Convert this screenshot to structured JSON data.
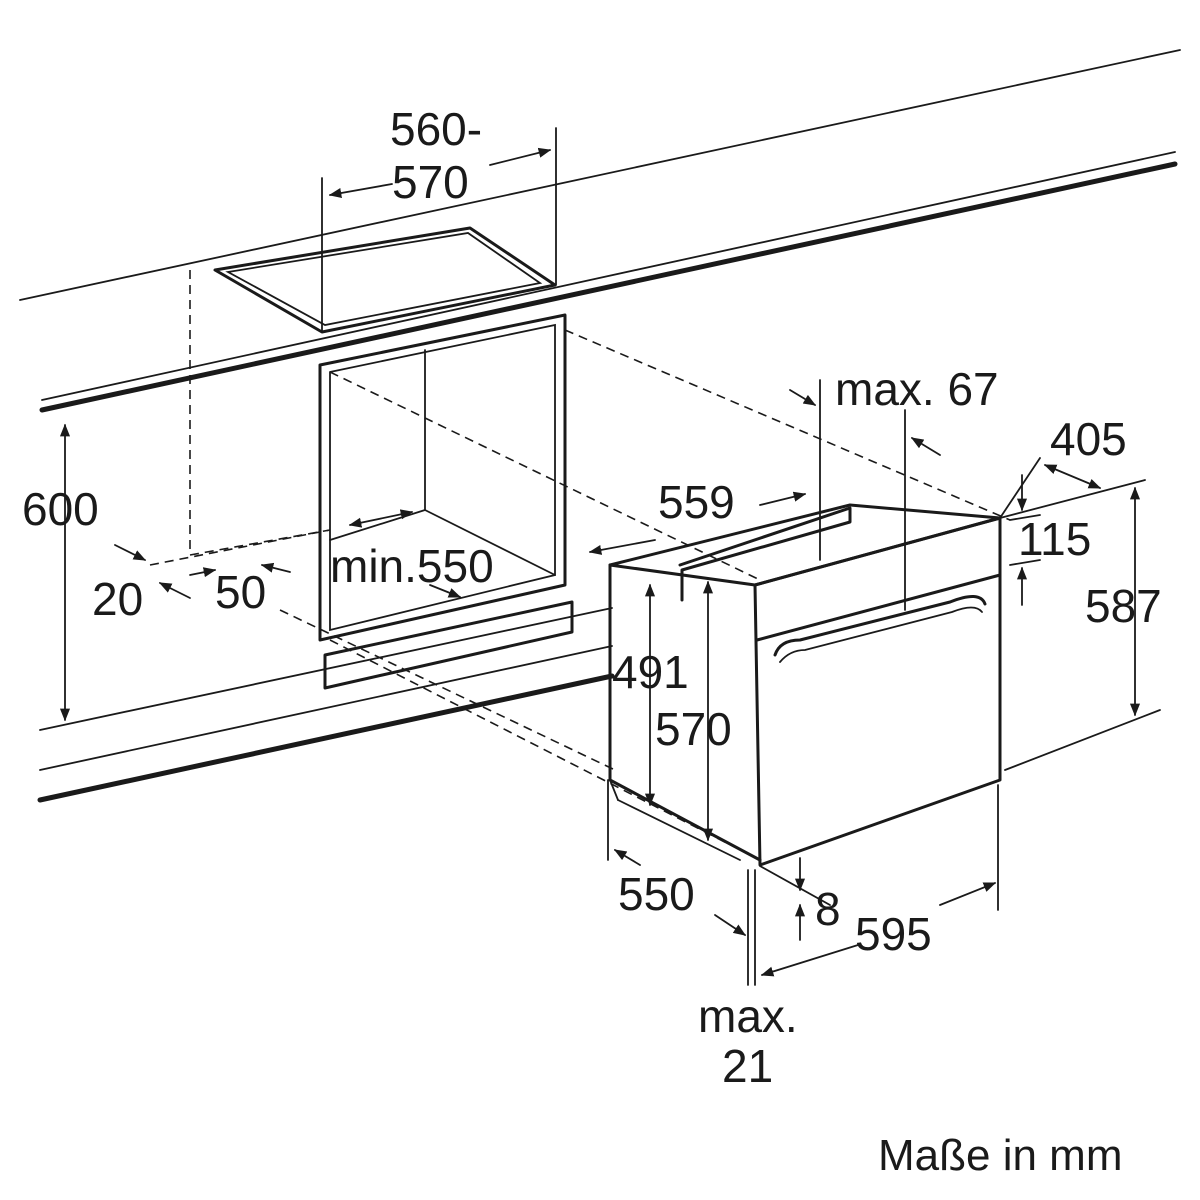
{
  "labels": {
    "cutout_width": "560-\n570",
    "cutout_width_line1": "560-",
    "cutout_width_line2": "570",
    "niche_height": "600",
    "gap_20": "20",
    "gap_50": "50",
    "min_depth": "min.550",
    "max_67": "max. 67",
    "d405": "405",
    "d559": "559",
    "d115": "115",
    "d587": "587",
    "d491": "491",
    "d570": "570",
    "d550": "550",
    "d8": "8",
    "d595": "595",
    "max21_line1": "max.",
    "max21_line2": "21",
    "units": "Maße in mm"
  }
}
